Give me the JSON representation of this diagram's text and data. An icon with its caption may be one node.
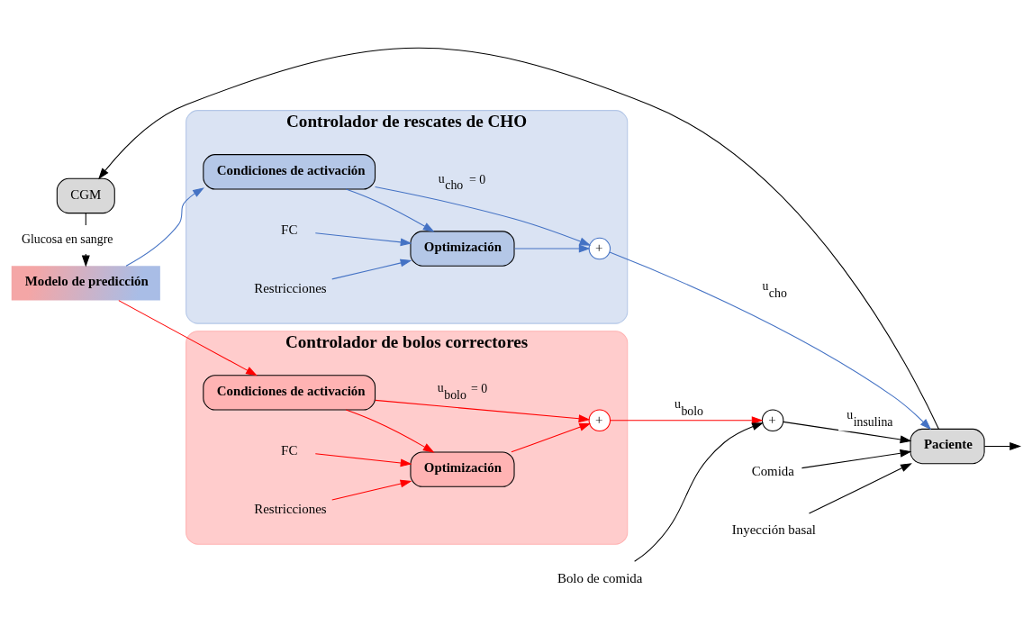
{
  "diagram": {
    "nodes": [
      {
        "text": [
          "Controlador de rescates de CHO"
        ]
      },
      {
        "text": [
          "Condiciones de activación"
        ],
        "in": 0
      },
      {
        "text": [
          "Optimización"
        ],
        "in": 0
      },
      {
        "text": [
          "FC"
        ],
        "in": 0
      },
      {
        "text": [
          "Restricciones"
        ],
        "in": 0
      },
      {
        "text": [
          "+"
        ],
        "in": 0
      },
      {
        "text": [
          "Controlador de bolos correctores"
        ]
      },
      {
        "text": [
          "Condiciones de activación"
        ],
        "in": 6
      },
      {
        "text": [
          "Optimización"
        ],
        "in": 6
      },
      {
        "text": [
          "+"
        ],
        "in": 6
      },
      {
        "text": [
          "FC"
        ],
        "in": 6
      },
      {
        "text": [
          "Restricciones"
        ],
        "in": 6
      },
      {
        "text": [
          "Modelo de predicción"
        ]
      },
      {
        "text": [
          "Paciente"
        ]
      },
      {
        "text": [
          "Comida"
        ]
      },
      {
        "text": [
          "Inyección basal"
        ]
      },
      {
        "text": [
          "+"
        ]
      },
      {
        "text": [
          "Bolo de comida"
        ]
      },
      {
        "text": [
          "CGM"
        ]
      }
    ],
    "edges": [
      {
        "from": 12,
        "to": 1,
        "arrow": "to",
        "color": "#4472c4"
      },
      {
        "from": 1,
        "to": 2,
        "arrow": "to",
        "color": "#4472c4"
      },
      {
        "from": 1,
        "to": 5,
        "arrow": "to",
        "label": "u$_{cho}$ = 0",
        "color": "#4472c4"
      },
      {
        "from": 3,
        "to": 2,
        "arrow": "to",
        "color": "#4472c4"
      },
      {
        "from": 4,
        "to": 2,
        "arrow": "to",
        "color": "#4472c4"
      },
      {
        "from": 2,
        "to": 5,
        "arrow": "to",
        "color": "#4472c4"
      },
      {
        "from": 5,
        "to": 13,
        "arrow": "to",
        "label": "u$_{cho}$",
        "color": "#4472c4"
      },
      {
        "from": 12,
        "to": 7,
        "arrow": "to",
        "color": "#ff0000"
      },
      {
        "from": 7,
        "to": 9,
        "arrow": "to",
        "label": "u$_{bolo}$ = 0",
        "color": "#ff0000"
      },
      {
        "from": 7,
        "to": 8,
        "arrow": "to",
        "color": "#ff0000"
      },
      {
        "from": 8,
        "to": 9,
        "arrow": "to",
        "color": "#ff0000"
      },
      {
        "from": 10,
        "to": 8,
        "arrow": "to",
        "color": "#ff0000"
      },
      {
        "from": 11,
        "to": 8,
        "arrow": "to",
        "color": "#ff0000"
      },
      {
        "from": 9,
        "to": 16,
        "arrow": "to",
        "label": "u$_{bolo}$",
        "color": "#ff0000"
      },
      {
        "from": 17,
        "to": 16,
        "arrow": "to",
        "color": "#000000"
      },
      {
        "from": 16,
        "to": 13,
        "arrow": "to",
        "label": "u$_{insulina}$",
        "color": "#000000"
      },
      {
        "from": 14,
        "to": 13,
        "arrow": "to",
        "color": "#000000"
      },
      {
        "from": 15,
        "to": 13,
        "arrow": "to",
        "color": "#000000"
      },
      {
        "from": 13,
        "to": null,
        "arrow": "to",
        "color": "#000000"
      },
      {
        "from": 13,
        "to": 18,
        "arrow": "to",
        "color": "#000000"
      },
      {
        "from": 18,
        "to": 12,
        "arrow": "to",
        "label": "Glucosa en sangre",
        "color": "#000000"
      }
    ]
  }
}
